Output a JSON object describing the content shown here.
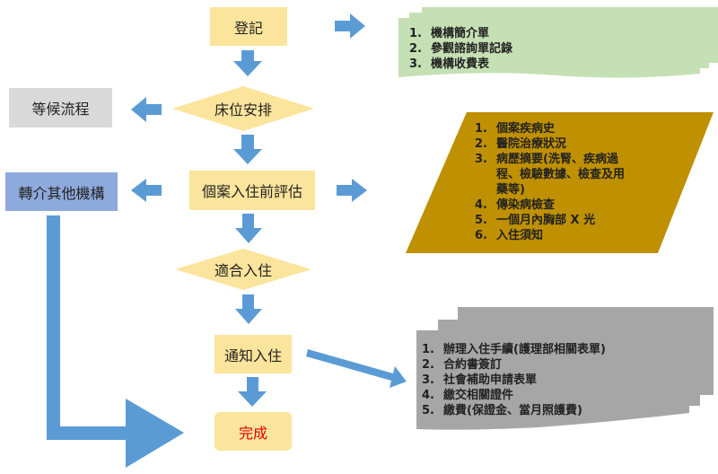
{
  "colors": {
    "yellow": "#fbe49b",
    "blue_arrow": "#5b9bd5",
    "gray_box": "#d9d9d9",
    "blue_box": "#8ea9db",
    "green_doc": "#c5e0b4",
    "gold_para": "#bf9000",
    "gray_doc": "#a6a6a6",
    "done_text": "#e00000"
  },
  "nodes": {
    "register": "登記",
    "bed": "床位安排",
    "waiting": "等候流程",
    "assess": "個案入住前評估",
    "refer": "轉介其他機構",
    "suitable": "適合入住",
    "notify": "通知入住",
    "done": "完成"
  },
  "register_docs": [
    {
      "num": "1.",
      "text": "機構簡介單"
    },
    {
      "num": "2.",
      "text": "參觀諮詢單記錄"
    },
    {
      "num": "3.",
      "text": "機構收費表"
    }
  ],
  "assess_docs": [
    {
      "num": "1.",
      "text": "個案疾病史"
    },
    {
      "num": "2.",
      "text": "醫院治療狀況"
    },
    {
      "num": "3.",
      "text": "病歷摘要(洗腎、疾病過程、檢驗數據、檢查及用藥等)"
    },
    {
      "num": "4.",
      "text": "傳染病檢查"
    },
    {
      "num": "5.",
      "text": "一個月內胸部 X 光"
    },
    {
      "num": "6.",
      "text": "入住須知"
    }
  ],
  "notify_docs": [
    {
      "num": "1.",
      "text": "辦理入住手續(護理部相關表單)"
    },
    {
      "num": "2.",
      "text": "合約書簽訂"
    },
    {
      "num": "3.",
      "text": "社會補助申請表單"
    },
    {
      "num": "4.",
      "text": "繳交相關證件"
    },
    {
      "num": "5.",
      "text": "繳費(保證金、當月照護費)"
    }
  ]
}
